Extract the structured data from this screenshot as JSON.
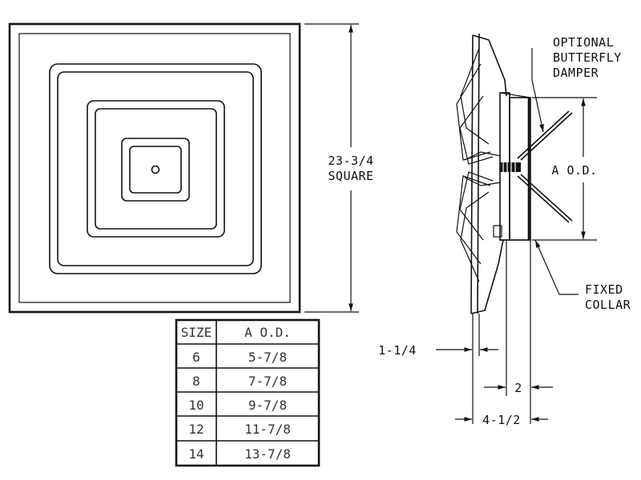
{
  "front_view": {
    "dimension_line1": "23-3/4",
    "dimension_line2": "SQUARE"
  },
  "side_view": {
    "damper_line1": "OPTIONAL",
    "damper_line2": "BUTTERFLY",
    "damper_line3": "DAMPER",
    "collar_dimension": "A  O.D.",
    "collar_line1": "FIXED",
    "collar_line2": "COLLAR",
    "dim_face": "1-1/4",
    "dim_collar": "2",
    "dim_overall": "4-1/2"
  },
  "size_table": {
    "headers": [
      "SIZE",
      "A  O.D."
    ],
    "rows": [
      [
        "6",
        "5-7/8"
      ],
      [
        "8",
        "7-7/8"
      ],
      [
        "10",
        "9-7/8"
      ],
      [
        "12",
        "11-7/8"
      ],
      [
        "14",
        "13-7/8"
      ]
    ]
  }
}
